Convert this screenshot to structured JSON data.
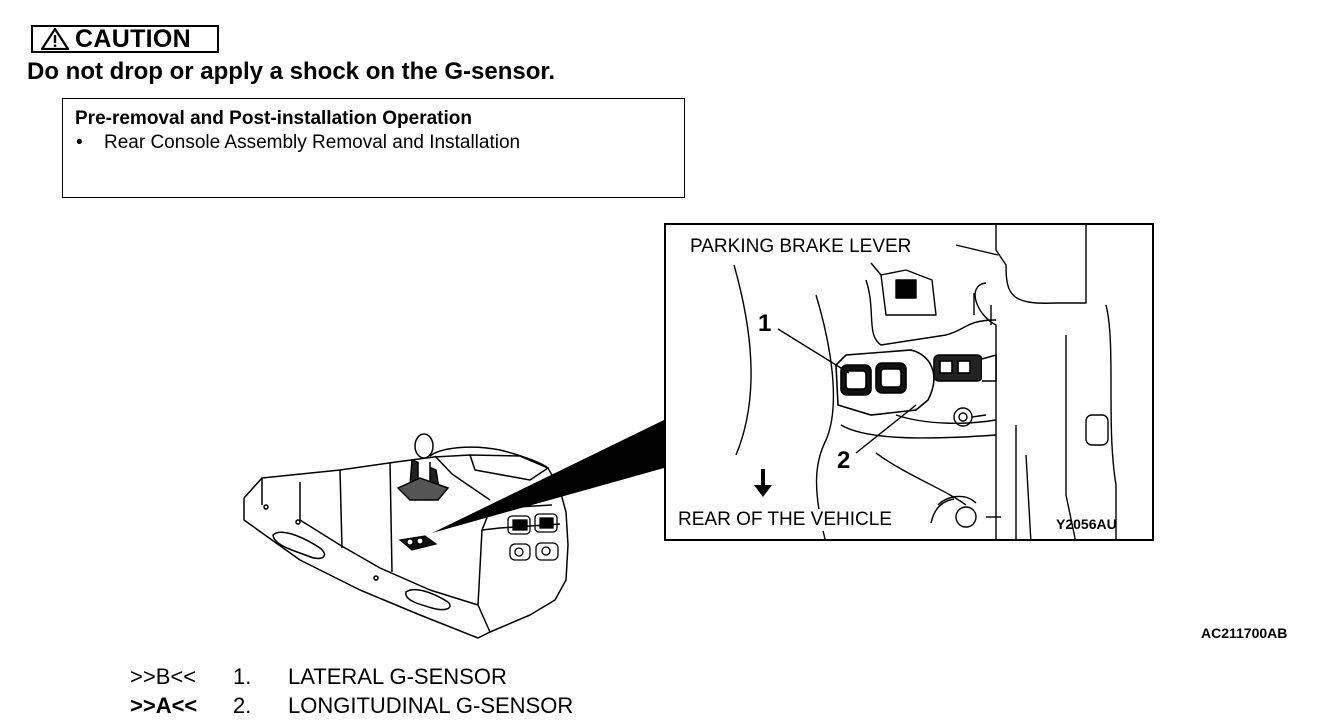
{
  "caution": {
    "label": "CAUTION",
    "message": "Do not drop or apply a shock on the G-sensor."
  },
  "operation_box": {
    "title": "Pre-removal and Post-installation Operation",
    "bullet": "•",
    "items": [
      "Rear Console Assembly Removal and Installation"
    ]
  },
  "detail_view": {
    "parking_brake_label": "PARKING BRAKE LEVER",
    "rear_label": "REAR OF THE VEHICLE",
    "callout_1": "1",
    "callout_2": "2",
    "figure_code": "Y2056AU"
  },
  "document_code": "AC211700AB",
  "legend": [
    {
      "ref": ">>B<<",
      "num": "1.",
      "name": "LATERAL G-SENSOR"
    },
    {
      "ref": ">>A<<",
      "num": "2.",
      "name": "LONGITUDINAL G-SENSOR"
    }
  ]
}
